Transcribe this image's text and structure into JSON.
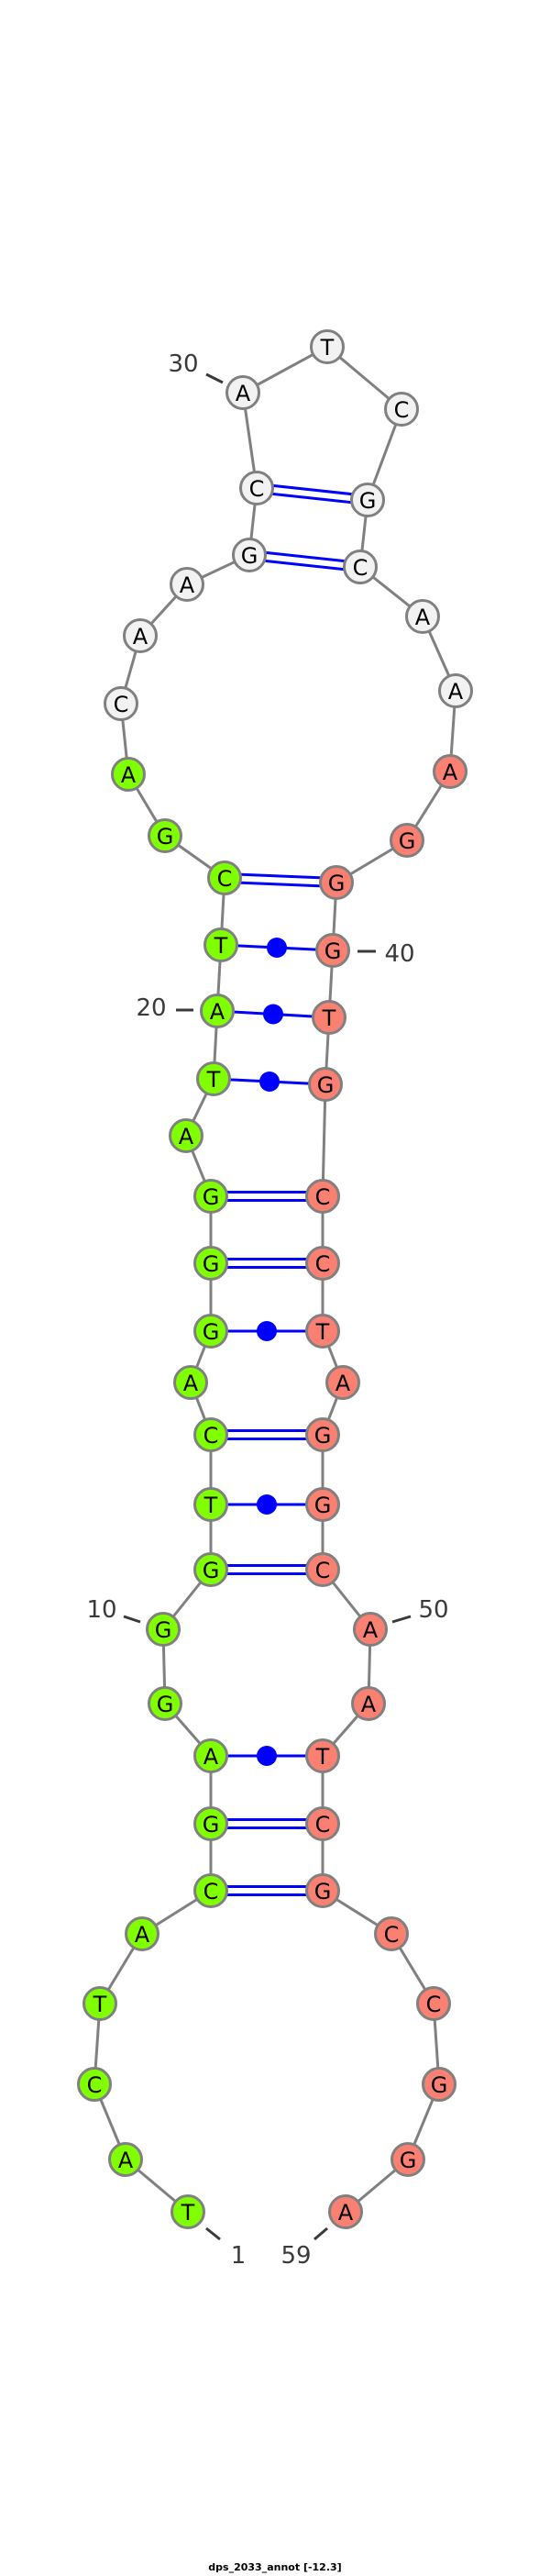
{
  "caption": "dps_2033_annot [-12.3]",
  "sequence": [
    "T",
    "A",
    "C",
    "T",
    "A",
    "C",
    "G",
    "A",
    "G",
    "G",
    "G",
    "T",
    "C",
    "A",
    "G",
    "G",
    "G",
    "A",
    "T",
    "A",
    "T",
    "C",
    "G",
    "A",
    "C",
    "A",
    "A",
    "G",
    "C",
    "A",
    "T",
    "C",
    "G",
    "C",
    "A",
    "A",
    "A",
    "G",
    "G",
    "G",
    "T",
    "G",
    "C",
    "C",
    "T",
    "A",
    "G",
    "G",
    "C",
    "A",
    "A",
    "T",
    "C",
    "G",
    "C",
    "C",
    "G",
    "G",
    "A"
  ],
  "regions": [
    {
      "from": 1,
      "to": 24,
      "color": "#7fff00"
    },
    {
      "from": 25,
      "to": 36,
      "color": "#f2f2f2"
    },
    {
      "from": 37,
      "to": 59,
      "color": "#fa8072"
    }
  ],
  "pairs": [
    {
      "i": 6,
      "j": 54,
      "type": "canonical"
    },
    {
      "i": 7,
      "j": 53,
      "type": "canonical"
    },
    {
      "i": 8,
      "j": 52,
      "type": "dot"
    },
    {
      "i": 11,
      "j": 49,
      "type": "canonical"
    },
    {
      "i": 12,
      "j": 48,
      "type": "dot"
    },
    {
      "i": 13,
      "j": 47,
      "type": "canonical"
    },
    {
      "i": 15,
      "j": 45,
      "type": "dot"
    },
    {
      "i": 16,
      "j": 44,
      "type": "canonical"
    },
    {
      "i": 17,
      "j": 43,
      "type": "canonical"
    },
    {
      "i": 19,
      "j": 42,
      "type": "dot"
    },
    {
      "i": 20,
      "j": 41,
      "type": "dot"
    },
    {
      "i": 21,
      "j": 40,
      "type": "dot"
    },
    {
      "i": 22,
      "j": 39,
      "type": "canonical"
    },
    {
      "i": 28,
      "j": 34,
      "type": "canonical"
    },
    {
      "i": 29,
      "j": 33,
      "type": "canonical"
    }
  ],
  "position_labels": [
    "1",
    "10",
    "20",
    "30",
    "40",
    "50",
    "59"
  ],
  "colors": {
    "backbone": "#808080",
    "pair": "#0000ff",
    "outline": "#808080",
    "label": "#3a3a3a"
  }
}
